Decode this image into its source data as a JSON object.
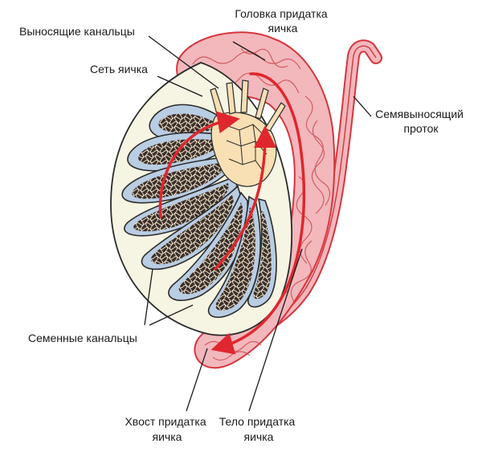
{
  "labels": {
    "head_of_epididymis": [
      "Головка придатка",
      "яичка"
    ],
    "efferent_ductules": "Выносящие канальцы",
    "rete_testis": "Сеть яичка",
    "vas_deferens": [
      "Семявыносящий",
      "проток"
    ],
    "seminiferous_tubules": "Семенные канальцы",
    "tail_of_epididymis": [
      "Хвост придатка",
      "яичка"
    ],
    "body_of_epididymis": [
      "Тело придатка",
      "яичка"
    ]
  },
  "colors": {
    "epididymis_fill": "#f2b8bc",
    "epididymis_outline": "#d9343d",
    "flow_arrow": "#e0262e",
    "testis_fill": "#f6f4e2",
    "lobule_blue": "#b9cde3",
    "lobule_outline": "#2b2b2b",
    "tubule_dark": "#3a2f2a",
    "rete_fill": "#f8dfb4"
  }
}
